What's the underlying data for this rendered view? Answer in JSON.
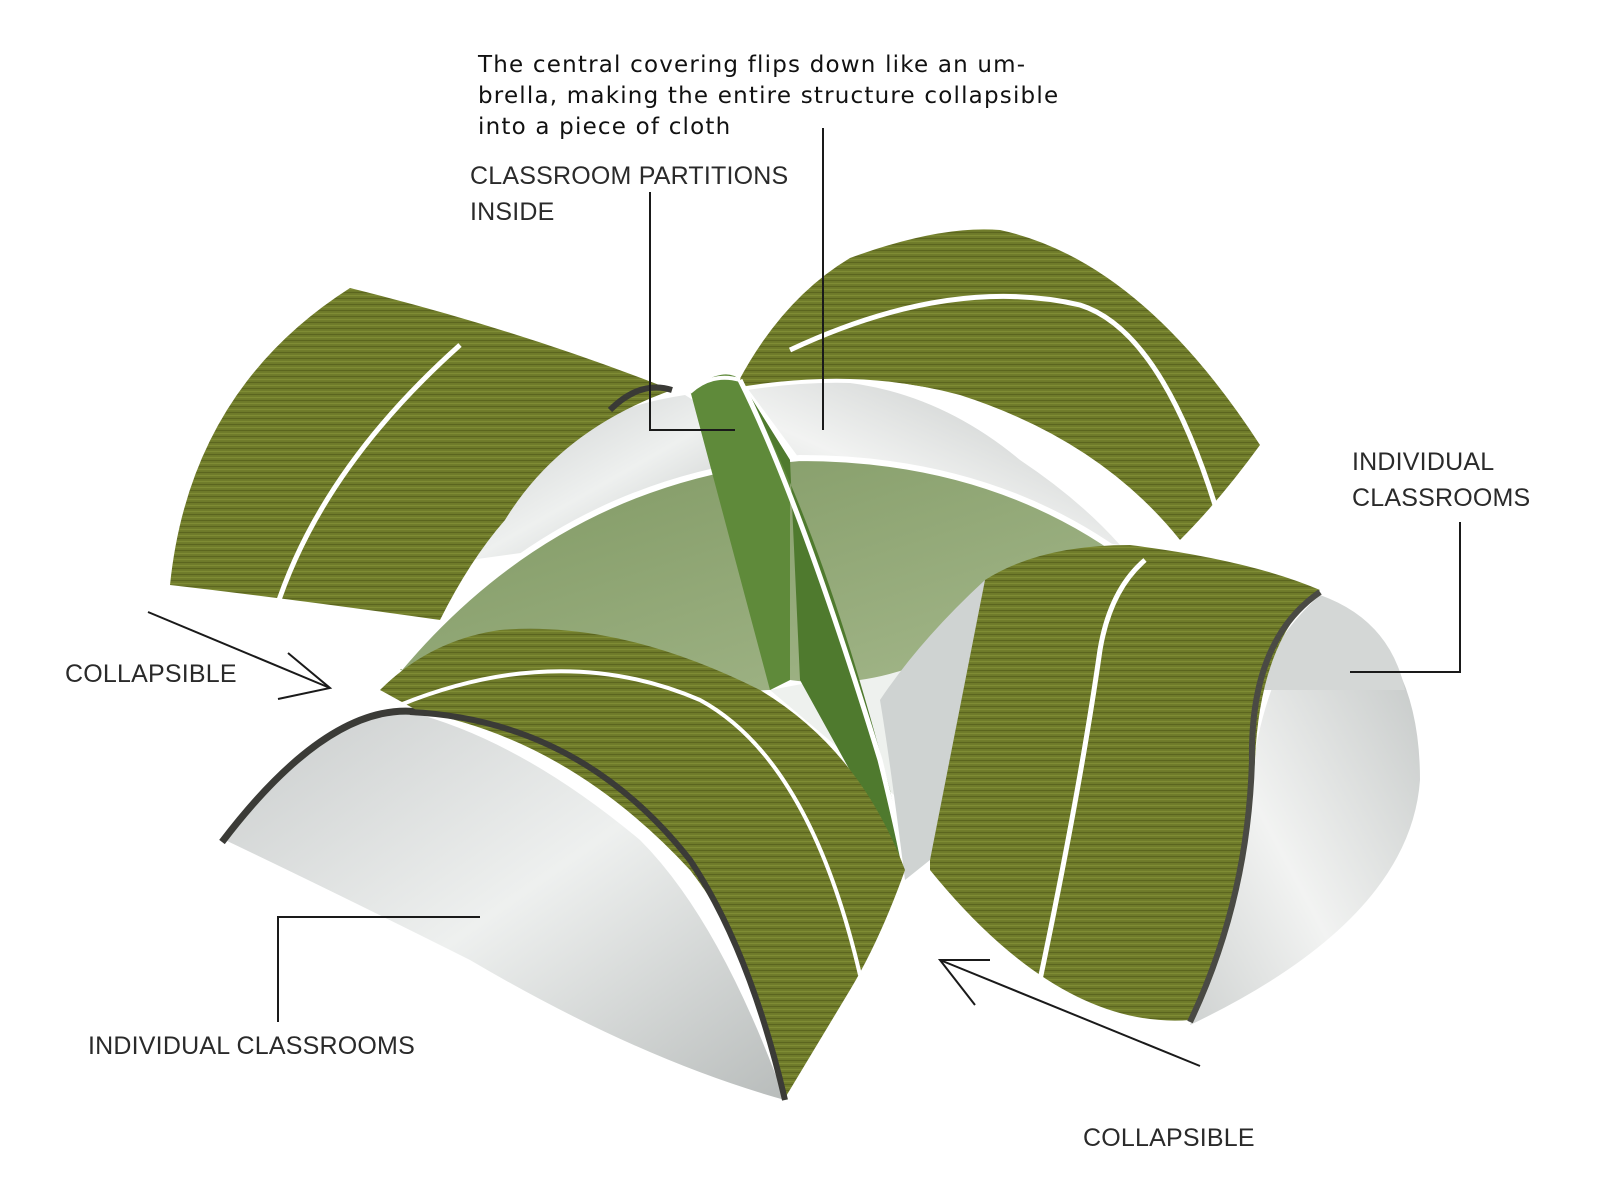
{
  "caption": {
    "lines": [
      "The central covering flips down like an um-",
      "brella, making the entire structure collapsible",
      "into a piece of cloth"
    ]
  },
  "labels": {
    "partitions_line1": "CLASSROOM PARTITIONS",
    "partitions_line2": "INSIDE",
    "right_classrooms_line1": "INDIVIDUAL",
    "right_classrooms_line2": "CLASSROOMS",
    "left_collapsible": "COLLAPSIBLE",
    "bottom_classrooms": "INDIVIDUAL CLASSROOMS",
    "bottom_collapsible": "COLLAPSIBLE"
  },
  "colors": {
    "fabric": "#6e7a2a",
    "fabric_dark": "#565f1c",
    "central_cover": "#8ea471",
    "partition": "#5f8a3a",
    "shell_inside": "#e0e3e2",
    "leader_line": "#1a1a1a"
  }
}
